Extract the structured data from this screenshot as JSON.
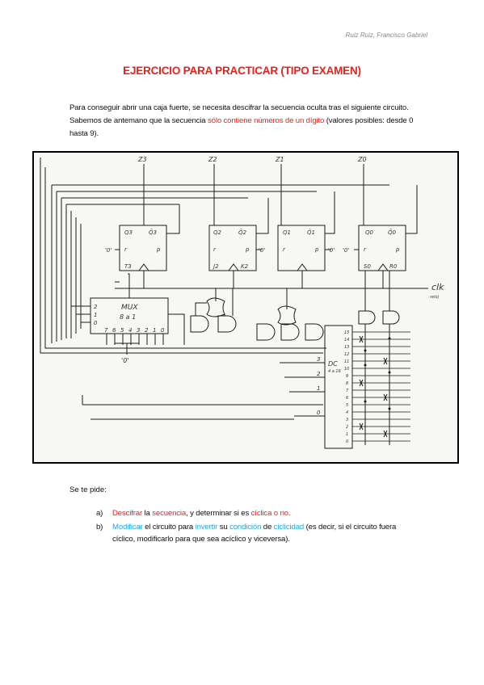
{
  "header": {
    "author": "Ruiz Ruiz, Francisco Gabriel"
  },
  "title": "EJERCICIO PARA PRACTICAR (TIPO EXAMEN)",
  "intro": {
    "p1": "Para conseguir abrir una caja fuerte, se necesita descifrar la secuencia oculta tras el siguiente circuito. Sabemos de antemano que la secuencia ",
    "p2": "sólo contiene números de un dígito",
    "p3": " (valores posibles: desde 0 hasta 9)."
  },
  "figure": {
    "outputs": [
      "Z3",
      "Z2",
      "Z1",
      "Z0"
    ],
    "ff3": {
      "q": "Q3",
      "qn": "Q̄3",
      "r": "r",
      "p": "p",
      "t": "T3",
      "left": "'0'"
    },
    "ff2": {
      "q": "Q2",
      "qn": "Q̄2",
      "r": "r",
      "p": "p",
      "j": "J2",
      "k": "K2",
      "right": "'0'"
    },
    "ff1": {
      "q": "Q1",
      "qn": "Q̄1",
      "r": "r",
      "p": "p",
      "right": "'0'"
    },
    "ff0": {
      "q": "Q0",
      "qn": "Q̄0",
      "r": "r",
      "p": "p",
      "s": "S0",
      "rr": "R0",
      "left": "'0'"
    },
    "mux": {
      "title": "MUX",
      "sub": "8 a 1",
      "sel": [
        "2",
        "1",
        "0"
      ],
      "inputs": [
        "7",
        "6",
        "5",
        "4",
        "3",
        "2",
        "1",
        "0"
      ],
      "const": "'0'"
    },
    "dec": {
      "title": "DC",
      "sub": "4 a 16",
      "sel": [
        "3",
        "2",
        "1",
        "0"
      ],
      "outs": [
        "15",
        "14",
        "13",
        "12",
        "11",
        "10",
        "9",
        "8",
        "7",
        "6",
        "5",
        "4",
        "3",
        "2",
        "1",
        "0"
      ]
    },
    "clk": "clk",
    "clk_sub": "reloj"
  },
  "asks": "Se te pide:",
  "questions": {
    "a": {
      "letter": "a)",
      "w1": "Descifrar",
      "t1": " la ",
      "w2": "secuencia",
      "t2": ", y determinar si es ",
      "w3": "cíclica o no",
      "t3": "."
    },
    "b": {
      "letter": "b)",
      "w1": "Modificar",
      "t1": " el circuito para ",
      "w2": "invertir",
      "t2": " su ",
      "w3": "condición",
      "t3": " de ",
      "w4": "ciclicidad",
      "t4": " (es decir, si el circuito fuera cíclico, modificarlo para que sea acíclico y viceversa)."
    }
  }
}
